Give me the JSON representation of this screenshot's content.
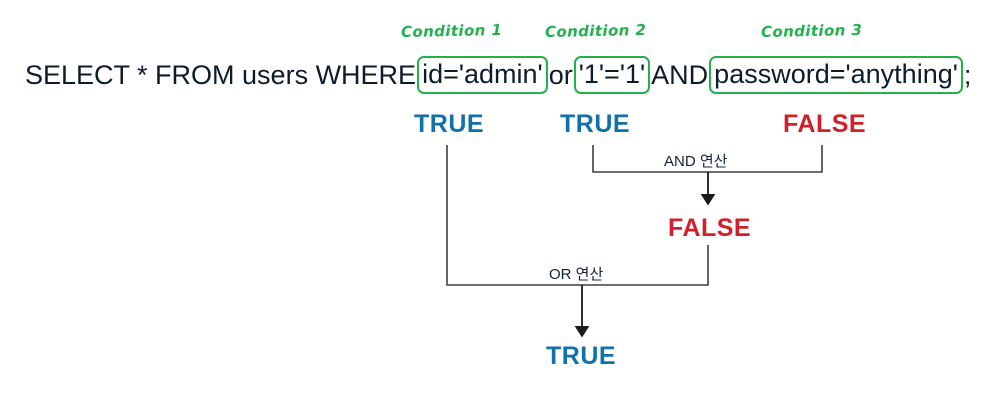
{
  "diagram": {
    "title": "SQL injection boolean evaluation diagram",
    "colors": {
      "condition_box": "#22b14c",
      "condition_label": "#22b14c",
      "true": "#1071ab",
      "false": "#d2202a",
      "wire": "#3f3f46",
      "text": "#0d1b2a"
    },
    "sql": {
      "prefix": "SELECT * FROM users WHERE",
      "condition1": "id='admin'",
      "operator1": "or",
      "condition2": "'1'='1'",
      "operator2": "AND",
      "condition3": "password='anything'",
      "terminator": ";"
    },
    "condition_labels": [
      {
        "id": "condition-1",
        "text": "Condition 1"
      },
      {
        "id": "condition-2",
        "text": "Condition 2"
      },
      {
        "id": "condition-3",
        "text": "Condition 3"
      }
    ],
    "values": {
      "condition1": "TRUE",
      "condition2": "TRUE",
      "condition3": "FALSE",
      "and_result": "FALSE",
      "or_result": "TRUE"
    },
    "operations": {
      "and": "AND 연산",
      "or": "OR 연산"
    }
  }
}
